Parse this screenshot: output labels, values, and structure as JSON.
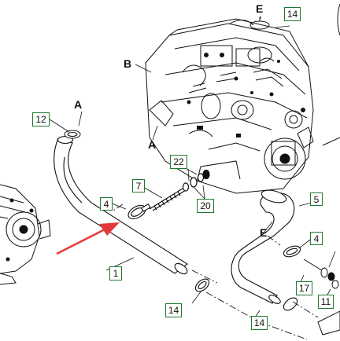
{
  "callouts": {
    "c1": "1",
    "c4a": "4",
    "c4b": "4",
    "c5": "5",
    "c7": "7",
    "c11": "11",
    "c12": "12",
    "c14a": "14",
    "c14b": "14",
    "c14c": "14",
    "c17": "17",
    "c20": "20",
    "c22": "22"
  },
  "view_letters": {
    "a_top": "A",
    "a_bottom": "A",
    "b": "B",
    "e_top": "E",
    "e_right": "E"
  },
  "colors": {
    "callout_border": "#1d7a2c",
    "pointer_arrow": "#e23a3a",
    "line_art": "#111111"
  },
  "icons": [
    "engine-icon",
    "compressor-icon",
    "hose-icon",
    "clamp-icon",
    "pointer-arrow-icon"
  ]
}
